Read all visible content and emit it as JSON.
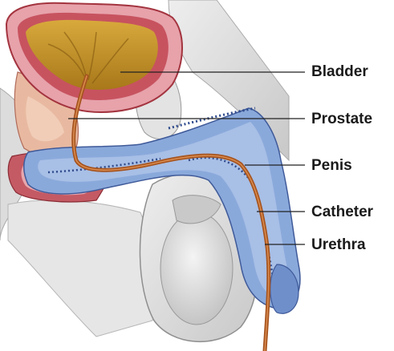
{
  "labels": {
    "bladder": "Bladder",
    "prostate": "Prostate",
    "penis": "Penis",
    "catheter": "Catheter",
    "urethra": "Urethra"
  },
  "colors": {
    "bladder_lumen": "#c99a2e",
    "bladder_wall": "#e9a0a8",
    "muscle_red": "#c2535e",
    "tissue_blue": "#7d9dd3",
    "tissue_blue_dark": "#4d6bb0",
    "catheter": "#b0622a",
    "background_organs": "#d9d9d9",
    "leader_line": "#222222"
  }
}
